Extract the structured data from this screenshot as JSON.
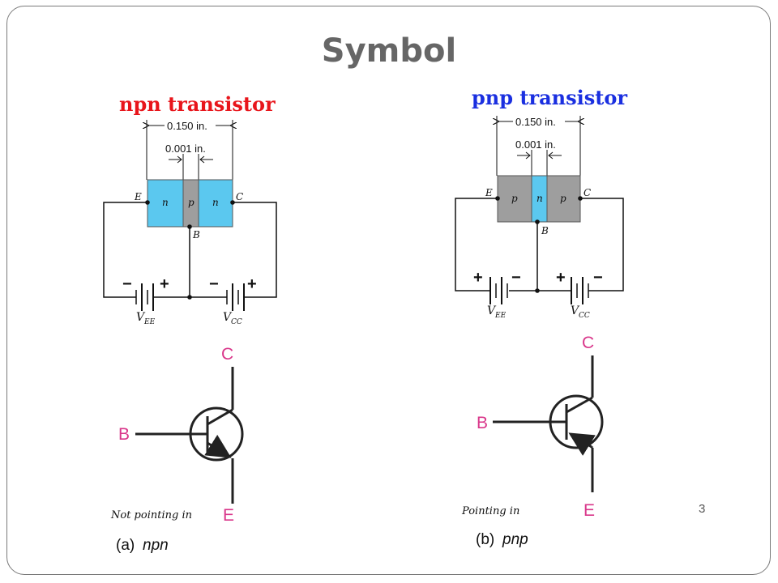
{
  "slide": {
    "title": "Symbol",
    "page_number": "3"
  },
  "npn": {
    "heading": "npn transistor",
    "dim_outer": "0.150 in.",
    "dim_inner": "0.001 in.",
    "regions": [
      "n",
      "p",
      "n"
    ],
    "terminal_e": "E",
    "terminal_c": "C",
    "terminal_b": "B",
    "vee": "V",
    "vee_sub": "EE",
    "vcc": "V",
    "vcc_sub": "CC",
    "symbol_c": "C",
    "symbol_b": "B",
    "symbol_e": "E",
    "note": "Not pointing in",
    "caption_prefix": "(a) ",
    "caption_name": "npn",
    "colors": {
      "n_region": "#5bc8ef",
      "p_region": "#9e9e9e"
    }
  },
  "pnp": {
    "heading": "pnp transistor",
    "dim_outer": "0.150 in.",
    "dim_inner": "0.001 in.",
    "regions": [
      "p",
      "n",
      "p"
    ],
    "terminal_e": "E",
    "terminal_c": "C",
    "terminal_b": "B",
    "vee": "V",
    "vee_sub": "EE",
    "vcc": "V",
    "vcc_sub": "CC",
    "symbol_c": "C",
    "symbol_b": "B",
    "symbol_e": "E",
    "note": "Pointing in",
    "caption_prefix": "(b) ",
    "caption_name": "pnp",
    "colors": {
      "n_region": "#5bc8ef",
      "p_region": "#9e9e9e"
    }
  },
  "colors": {
    "npn_heading": "#e8151b",
    "pnp_heading": "#1a2fe0",
    "symbol_label": "#d9368a",
    "title": "#666666"
  }
}
